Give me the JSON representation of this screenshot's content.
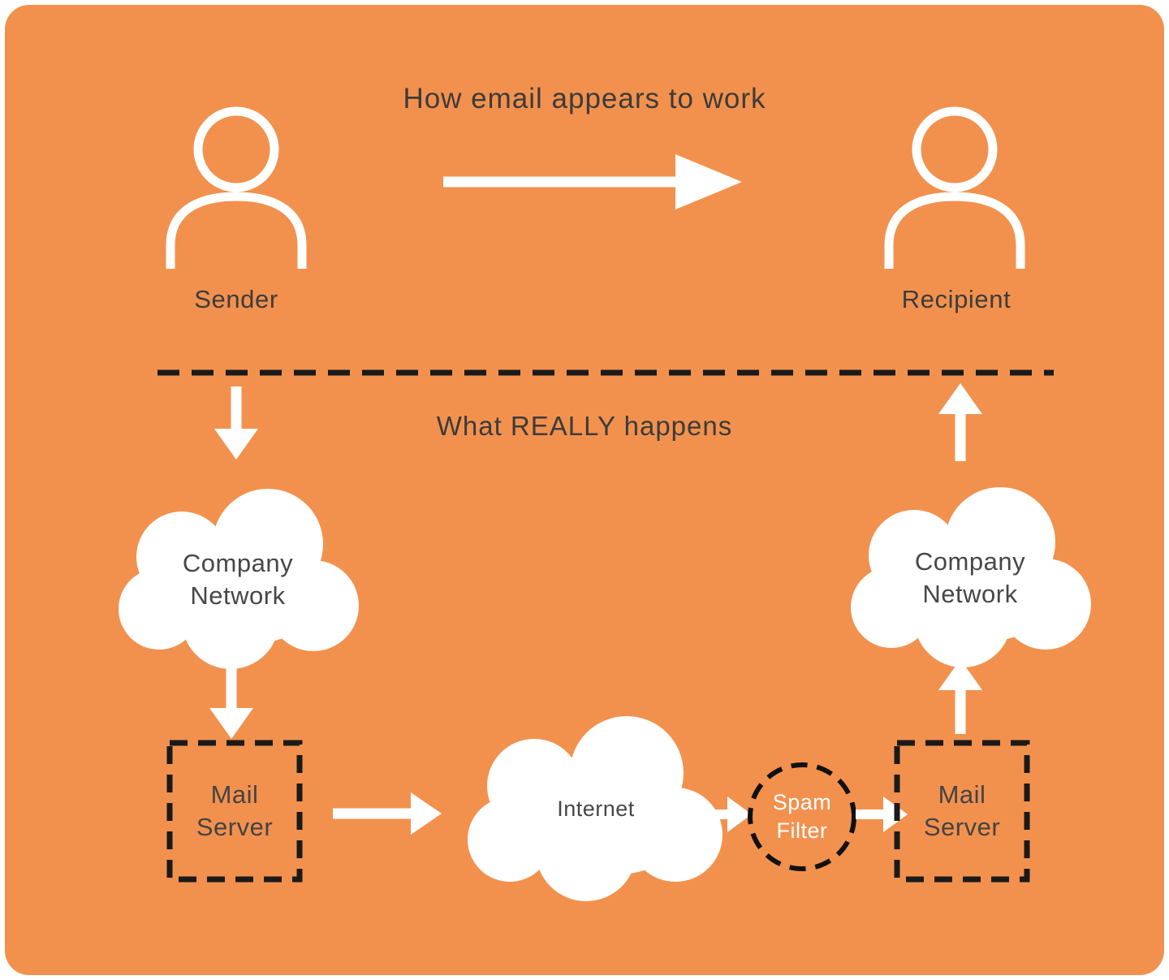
{
  "colors": {
    "background_orange": "#F2914E",
    "page_white": "#FFFFFF",
    "shape_white": "#FFFFFF",
    "text_dark": "#3C3C3C",
    "dash_black": "#1A1A1A",
    "spam_filter_text": "#FFFFFF"
  },
  "top_section": {
    "title": "How email appears to work",
    "sender": {
      "label": "Sender",
      "icon": "person-icon"
    },
    "recipient": {
      "label": "Recipient",
      "icon": "person-icon"
    },
    "flow_arrow_icon": "right-arrow-icon"
  },
  "bottom_section": {
    "title": "What REALLY happens",
    "left_company_network": {
      "label": "Company Network",
      "icon": "cloud-shape"
    },
    "right_company_network": {
      "label": "Company Network",
      "icon": "cloud-shape"
    },
    "left_mail_server": {
      "label": "Mail Server",
      "icon": "dashed-box"
    },
    "right_mail_server": {
      "label": "Mail Server",
      "icon": "dashed-box"
    },
    "internet": {
      "label": "Internet",
      "icon": "cloud-shape"
    },
    "spam_filter": {
      "label": "Spam Filter",
      "icon": "dashed-circle"
    }
  }
}
